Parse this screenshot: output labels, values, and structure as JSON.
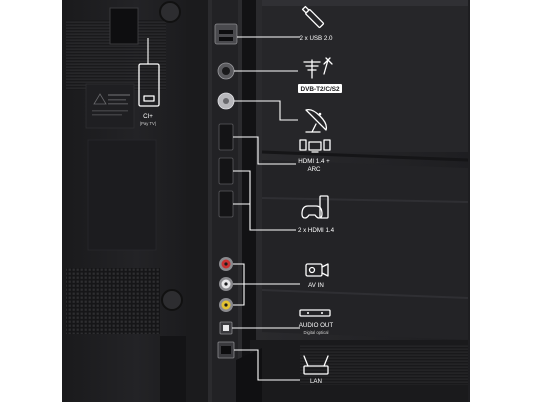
{
  "labels": {
    "usb": "2 x USB 2.0",
    "dvb": "DVB-T2/C/S2",
    "hdmi_arc": [
      "HDMI 1.4 +",
      "ARC"
    ],
    "hdmi2": "2 x HDMI 1.4",
    "av": "AV IN",
    "audio": "AUDIO OUT",
    "audio_sub": "Digital optical",
    "lan": "LAN",
    "ci": "CI+",
    "ci_sub": "(Pay TV)"
  }
}
